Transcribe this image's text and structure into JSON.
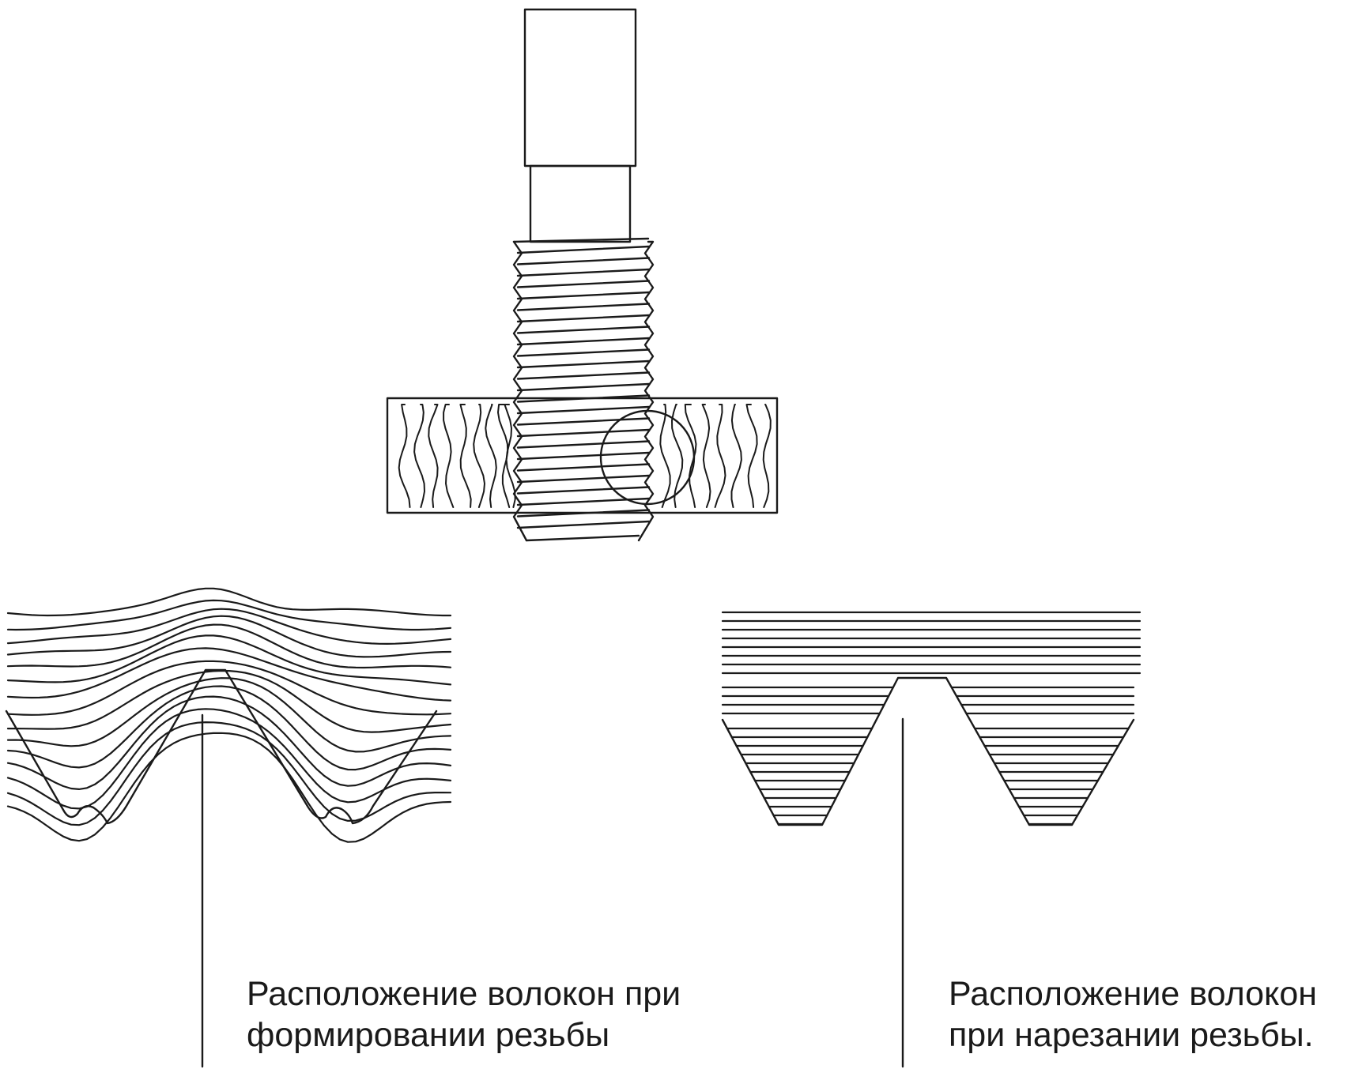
{
  "captions": {
    "formed_line1": "Расположение волокон при",
    "formed_line2": "формировании резьбы",
    "cut_line1": "Расположение волокон",
    "cut_line2": "при нарезании резьбы."
  },
  "colors": {
    "ink": "#1a1a1a",
    "background": "#ffffff"
  }
}
